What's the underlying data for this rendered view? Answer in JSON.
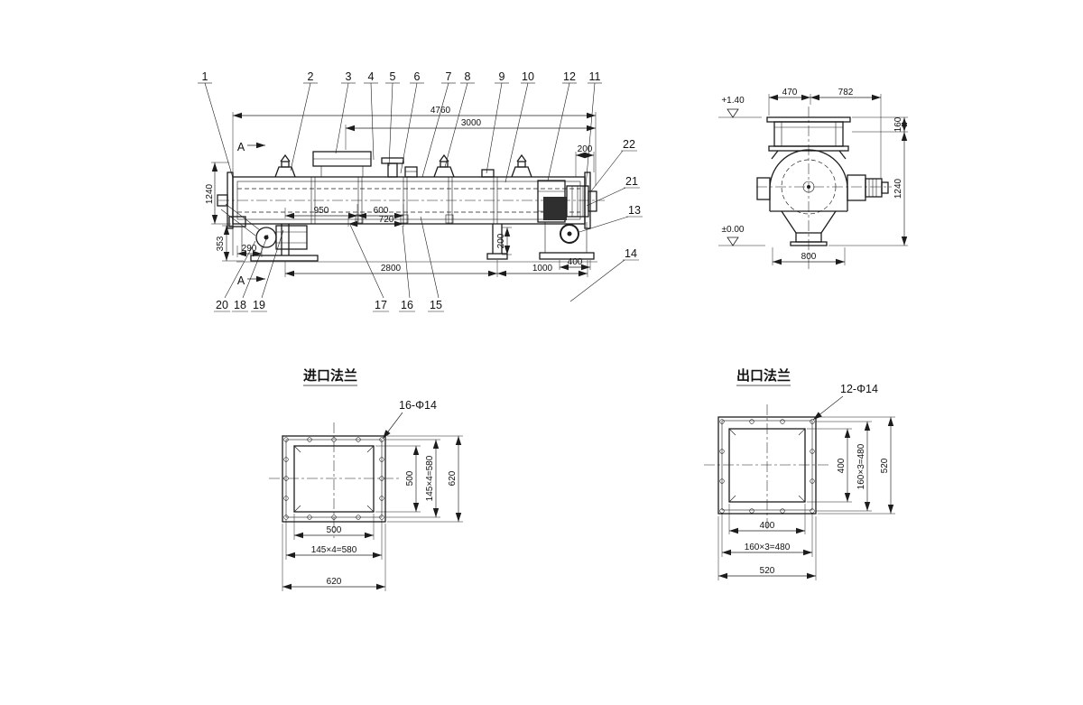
{
  "bg": "#ffffff",
  "ink": "#1c1c1c",
  "side_view": {
    "callouts_top": [
      "1",
      "2",
      "3",
      "4",
      "5",
      "6",
      "7",
      "8",
      "9",
      "10",
      "12",
      "11"
    ],
    "callouts_right": [
      "22",
      "21",
      "13",
      "14"
    ],
    "callouts_bottom": [
      "20",
      "18",
      "19",
      "17",
      "16",
      "15"
    ],
    "section_label": "A",
    "dims": {
      "total_length": "4760",
      "upper_span": "3000",
      "top_right": "200",
      "overall_height": "1240",
      "base_height": "353",
      "motor_offset": "290",
      "pitch_1": "950",
      "pitch_2": "600",
      "pitch_3": "720",
      "support_span": "2800",
      "right_span": "1000",
      "leg_height": "200",
      "base_width": "400"
    }
  },
  "end_view": {
    "elevation_top": "+1.40",
    "elevation_bottom": "±0.00",
    "dims": {
      "top_left": "470",
      "top_right": "782",
      "neck_height": "160",
      "overall_height": "1240",
      "base_width": "800"
    }
  },
  "inlet_flange": {
    "title": "进口法兰",
    "bolt_note": "16-Φ14",
    "dims": {
      "opening": "500",
      "bolt_pitch": "145×4=580",
      "outer": "620"
    }
  },
  "outlet_flange": {
    "title": "出口法兰",
    "bolt_note": "12-Φ14",
    "dims": {
      "opening": "400",
      "bolt_pitch": "160×3=480",
      "outer": "520"
    }
  }
}
